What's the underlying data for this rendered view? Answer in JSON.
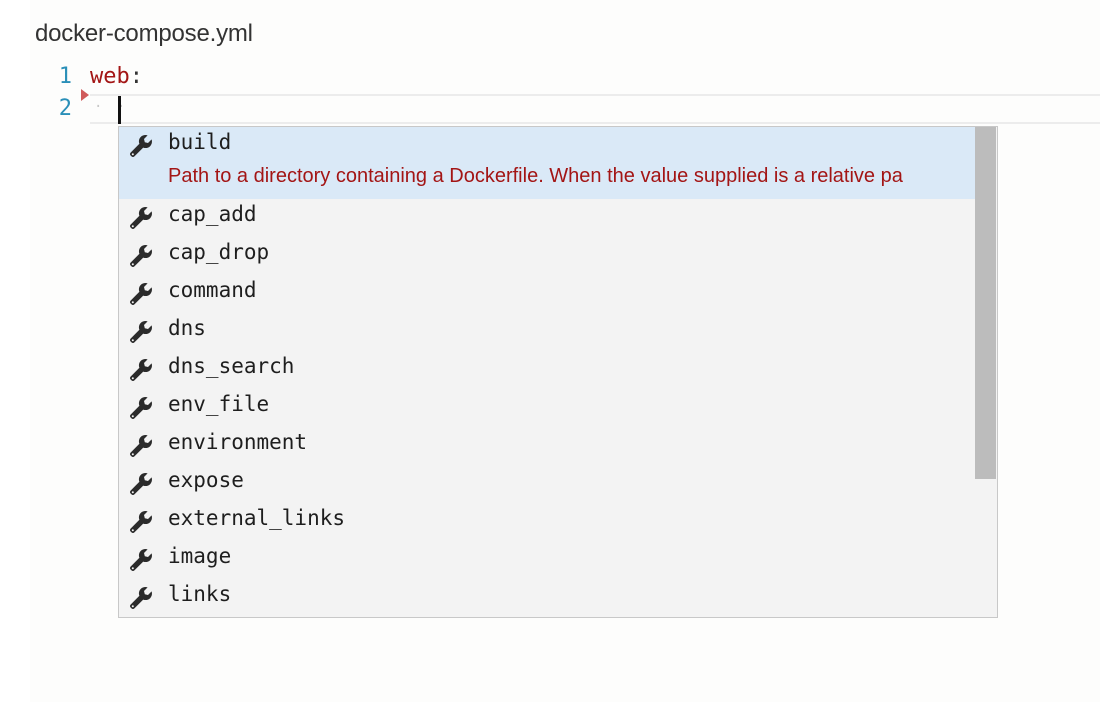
{
  "file": {
    "title": "docker-compose.yml"
  },
  "editor": {
    "lines": [
      {
        "number": "1",
        "key": "web",
        "colon": ":"
      },
      {
        "number": "2",
        "indent": "· ·"
      }
    ]
  },
  "suggestions": {
    "icon": "wrench-icon",
    "selected_index": 0,
    "items": [
      {
        "label": "build",
        "detail": "Path to a directory containing a Dockerfile. When the value supplied is a relative pa"
      },
      {
        "label": "cap_add"
      },
      {
        "label": "cap_drop"
      },
      {
        "label": "command"
      },
      {
        "label": "dns"
      },
      {
        "label": "dns_search"
      },
      {
        "label": "env_file"
      },
      {
        "label": "environment"
      },
      {
        "label": "expose"
      },
      {
        "label": "external_links"
      },
      {
        "label": "image"
      },
      {
        "label": "links"
      }
    ]
  },
  "colors": {
    "line_number": "#2a8fb8",
    "yaml_key": "#a31515",
    "selection_bg": "#dae9f7",
    "detail_text": "#a31515"
  }
}
